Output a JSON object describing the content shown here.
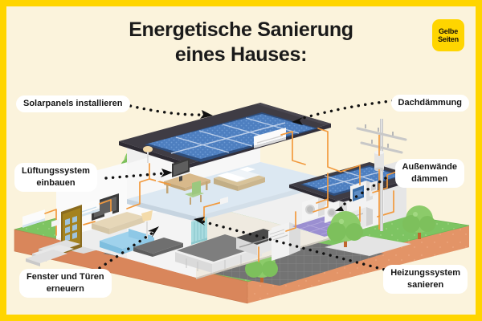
{
  "poster": {
    "border_color": "#FFD500",
    "background_color": "#FBF3DC",
    "title_line1": "Energetische Sanierung",
    "title_line2": "eines Hauses:"
  },
  "logo": {
    "line1": "Gelbe",
    "line2": "Seiten",
    "background_color": "#FFD500",
    "text_color": "#17120A"
  },
  "callouts": [
    {
      "id": "solar",
      "line1": "Solarpanels installieren",
      "line2": "",
      "side": "left"
    },
    {
      "id": "ventilation",
      "line1": "Lüftungssystem",
      "line2": "einbauen",
      "side": "left"
    },
    {
      "id": "windows",
      "line1": "Fenster und Türen",
      "line2": "erneuern",
      "side": "left"
    },
    {
      "id": "roof",
      "line1": "Dachdämmung",
      "line2": "",
      "side": "right"
    },
    {
      "id": "walls",
      "line1": "Außenwände",
      "line2": "dämmen",
      "side": "right"
    },
    {
      "id": "heating",
      "line1": "Heizungssystem",
      "line2": "sanieren",
      "side": "right"
    }
  ],
  "scene": {
    "description": "Isometrische Schnittansicht eines Einfamilienhauses",
    "colors": {
      "grass": "#7DC462",
      "grass_dark": "#5FAE4C",
      "soil": "#E39467",
      "soil_dark": "#CE7F55",
      "roof": "#3F3C44",
      "roof_dark": "#2E2B33",
      "solar_panel": "#4E7FC0",
      "solar_panel_dark": "#3A66A4",
      "wall": "#F2F2F2",
      "wall_shade": "#DCDCDC",
      "floor": "#DCE8F2",
      "wire": "#F29A3E",
      "door": "#8A6B1F",
      "sofa": "#9FD2EC",
      "tile": "#6E6E6E",
      "utility_floor": "#9B8FD1",
      "tree": "#8CCB6A",
      "tree_dark": "#6FB74F",
      "trunk": "#C0662E"
    },
    "elements": [
      "Solarpanel Hauptdach",
      "Solarpanel Anbaudach",
      "Schlafzimmer mit Bett",
      "Schreibtisch mit Monitor",
      "Klimaanlage / Lüftung",
      "Wohnzimmer mit TV und Sofa",
      "Küche mit Herd und Kühlschrank",
      "Hauswirtschaftsraum mit Waschmaschine",
      "Zählerschrank",
      "Haustür mit Treppe",
      "Strommast mit Transformator",
      "Bäume und Rasen"
    ]
  }
}
